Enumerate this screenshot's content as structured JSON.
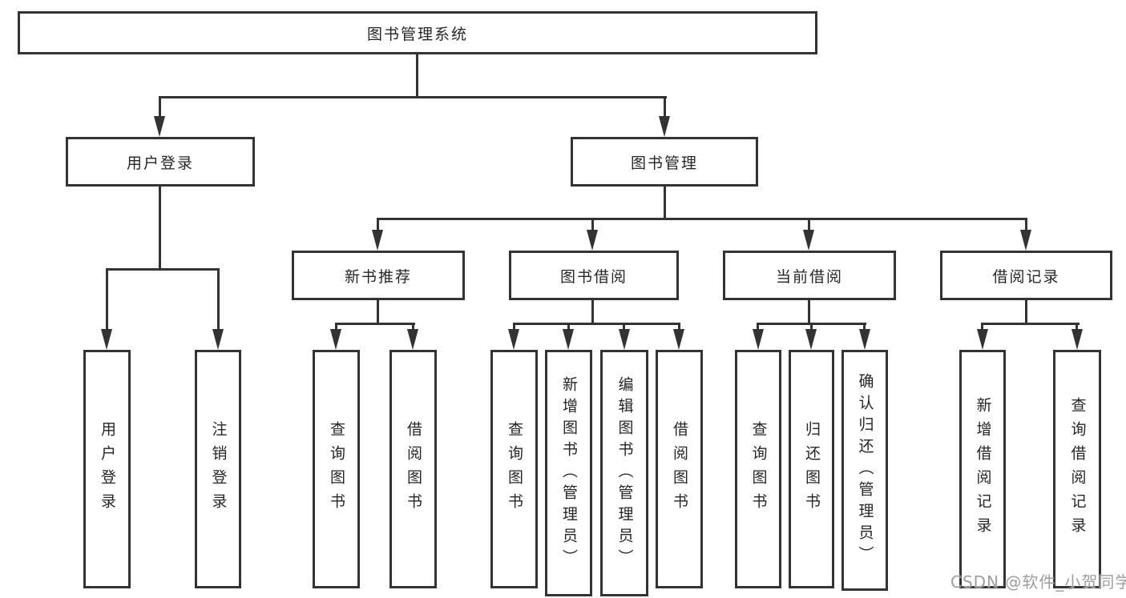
{
  "diagram": {
    "title": "图书管理系统",
    "level2": {
      "user_login": "用户登录",
      "book_mgmt": "图书管理"
    },
    "level3": {
      "new_book_recommend": "新书推荐",
      "book_borrow": "图书借阅",
      "current_borrow": "当前借阅",
      "borrow_records": "借阅记录"
    },
    "leaves": {
      "user": [
        "用户登录",
        "注销登录"
      ],
      "recommend": [
        "查询图书",
        "借阅图书"
      ],
      "borrow": [
        "查询图书",
        "新增图书（管理员）",
        "编辑图书（管理员）",
        "借阅图书"
      ],
      "current": [
        "查询图书",
        "归还图书",
        "确认归还（管理员）"
      ],
      "records": [
        "新增借阅记录",
        "查询借阅记录"
      ]
    }
  },
  "watermark": "CSDN @软件_小贺同学",
  "colors": {
    "line": "#333333",
    "text": "#262626",
    "background": "#ffffff",
    "watermark": "#9e9e9e"
  }
}
